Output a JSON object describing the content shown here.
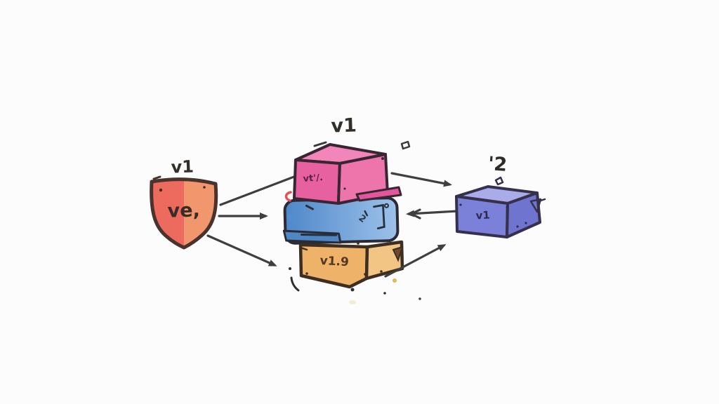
{
  "diagram": {
    "description": "hand-drawn versioning diagram",
    "background": "#fcfcfd",
    "arrow_color": "#3f3f3f",
    "shield": {
      "label_above": "v1",
      "text": "ve,",
      "color_left": "#ed6a5e",
      "color_right": "#f2966e",
      "outline": "#4a332c"
    },
    "stack": {
      "label_above": "v1",
      "pink_box": {
        "text": "vt'/.",
        "color_top": "#f285ba",
        "color_front": "#e7609f",
        "color_side": "#ee74ac",
        "outline": "#3a2633"
      },
      "blue_box": {
        "mark": "2",
        "color_left": "#4e87c9",
        "color_right": "#9dc2ea",
        "outline": "#2c2a35"
      },
      "orange_box": {
        "text": "v1.9",
        "color_front": "#eeb268",
        "color_side": "#f3c584",
        "outline": "#3c2e20"
      }
    },
    "right_box": {
      "label_above": "'2",
      "text": "v1",
      "color_top": "#a9ace8",
      "color_front": "#7b80d8",
      "color_side": "#6f74ce",
      "outline": "#35304c"
    }
  }
}
